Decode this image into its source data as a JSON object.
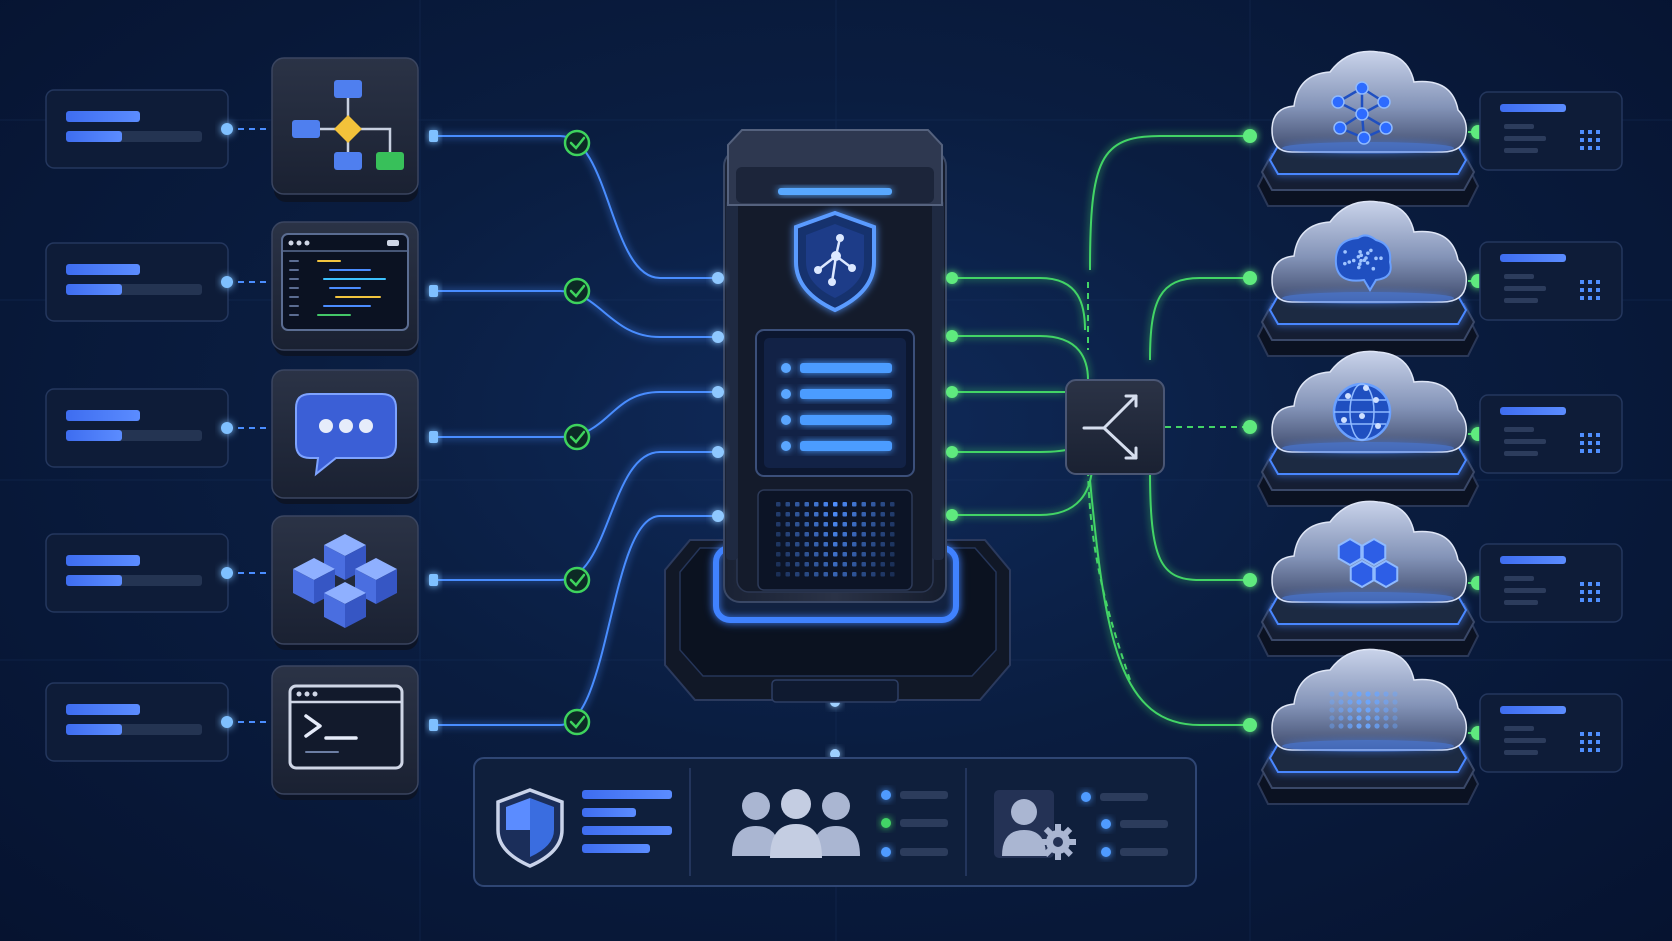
{
  "diagram": {
    "colors": {
      "background": "#0a1d40",
      "accent_blue": "#3d7bff",
      "bright_blue": "#4a9dff",
      "connector_green": "#35d05a",
      "panel": "#101e38",
      "tile": "#1e2638"
    },
    "inputs": [
      {
        "id": "workflow",
        "icon": "workflow-diagram-icon"
      },
      {
        "id": "code",
        "icon": "code-editor-icon"
      },
      {
        "id": "chat",
        "icon": "chat-bubble-icon"
      },
      {
        "id": "modules",
        "icon": "cubes-icon"
      },
      {
        "id": "terminal",
        "icon": "terminal-icon"
      }
    ],
    "hub": {
      "icon": "shield-network-icon",
      "status": "server-list-panel"
    },
    "router": {
      "icon": "split-arrow-icon"
    },
    "outputs": [
      {
        "id": "knowledge-graph",
        "icon": "cloud-network-icon"
      },
      {
        "id": "ai-brain",
        "icon": "cloud-brain-icon"
      },
      {
        "id": "global-mesh",
        "icon": "cloud-globe-icon"
      },
      {
        "id": "hex-cluster",
        "icon": "cloud-hexagon-icon"
      },
      {
        "id": "dot-matrix",
        "icon": "cloud-dots-icon"
      }
    ],
    "footer": [
      {
        "id": "security",
        "icon": "shield-icon"
      },
      {
        "id": "users",
        "icon": "users-group-icon"
      },
      {
        "id": "admin",
        "icon": "user-settings-icon"
      }
    ]
  }
}
